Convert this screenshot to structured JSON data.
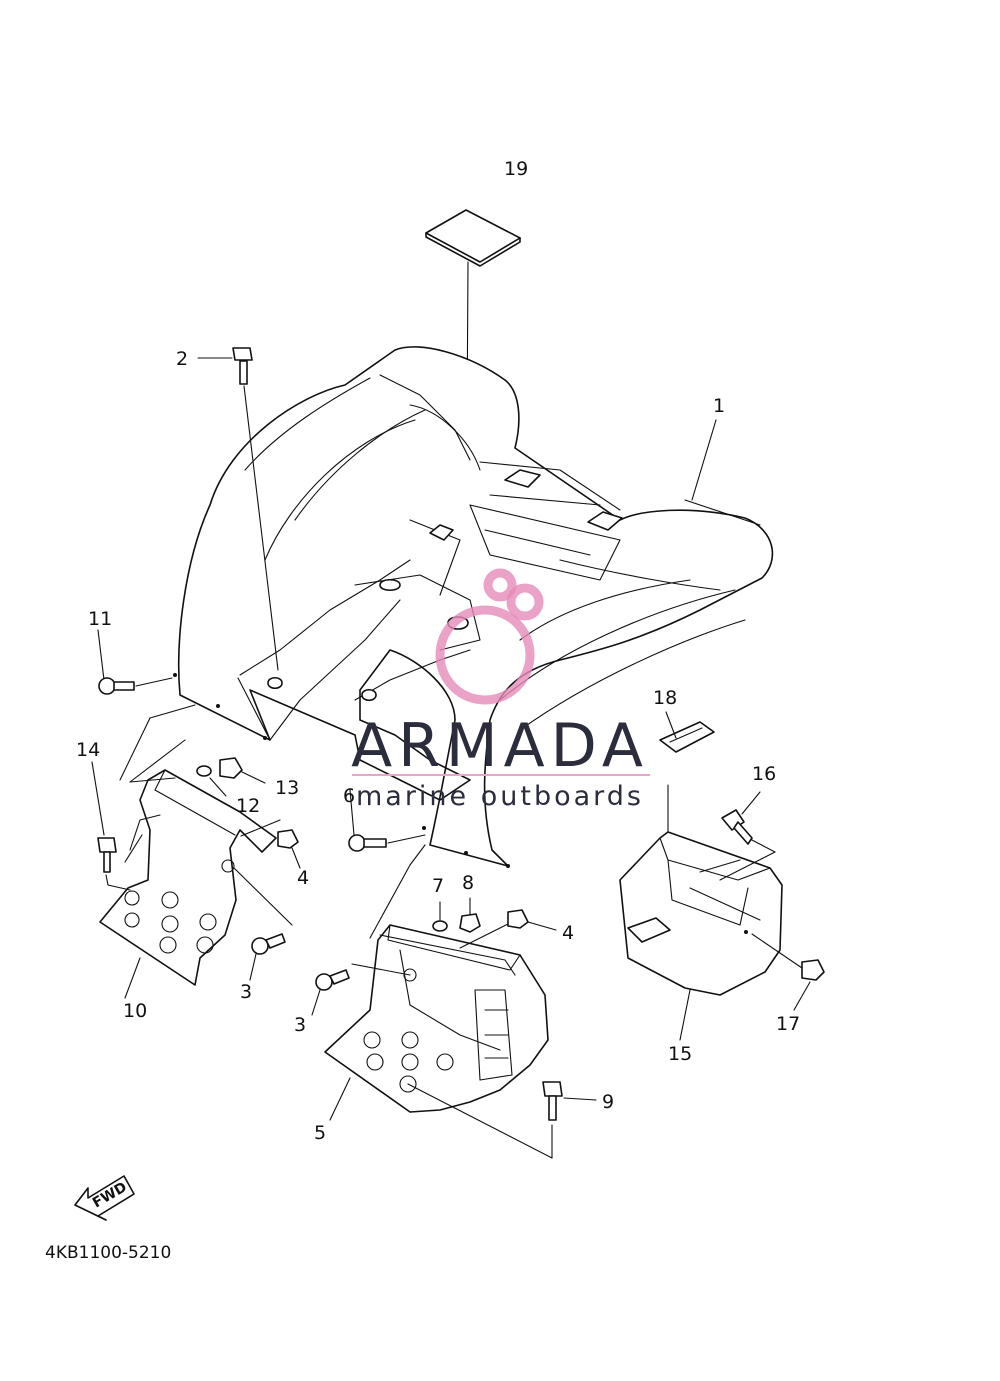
{
  "diagram": {
    "callouts": [
      {
        "id": "c19",
        "label": "19"
      },
      {
        "id": "c2",
        "label": "2"
      },
      {
        "id": "c1",
        "label": "1"
      },
      {
        "id": "c11",
        "label": "11"
      },
      {
        "id": "c14",
        "label": "14"
      },
      {
        "id": "c12",
        "label": "12"
      },
      {
        "id": "c13",
        "label": "13"
      },
      {
        "id": "c4a",
        "label": "4"
      },
      {
        "id": "c10",
        "label": "10"
      },
      {
        "id": "c3a",
        "label": "3"
      },
      {
        "id": "c6",
        "label": "6"
      },
      {
        "id": "c7",
        "label": "7"
      },
      {
        "id": "c8",
        "label": "8"
      },
      {
        "id": "c4b",
        "label": "4"
      },
      {
        "id": "c3b",
        "label": "3"
      },
      {
        "id": "c5",
        "label": "5"
      },
      {
        "id": "c9",
        "label": "9"
      },
      {
        "id": "c18",
        "label": "18"
      },
      {
        "id": "c16",
        "label": "16"
      },
      {
        "id": "c17",
        "label": "17"
      },
      {
        "id": "c15",
        "label": "15"
      }
    ],
    "fwd_label": "FWD",
    "diagram_code": "4KB1100-5210"
  },
  "watermark": {
    "brand": "ARMADA",
    "tagline": "marine outboards",
    "logo_color": "#e58bb8",
    "text_color": "#2b2d3c"
  }
}
